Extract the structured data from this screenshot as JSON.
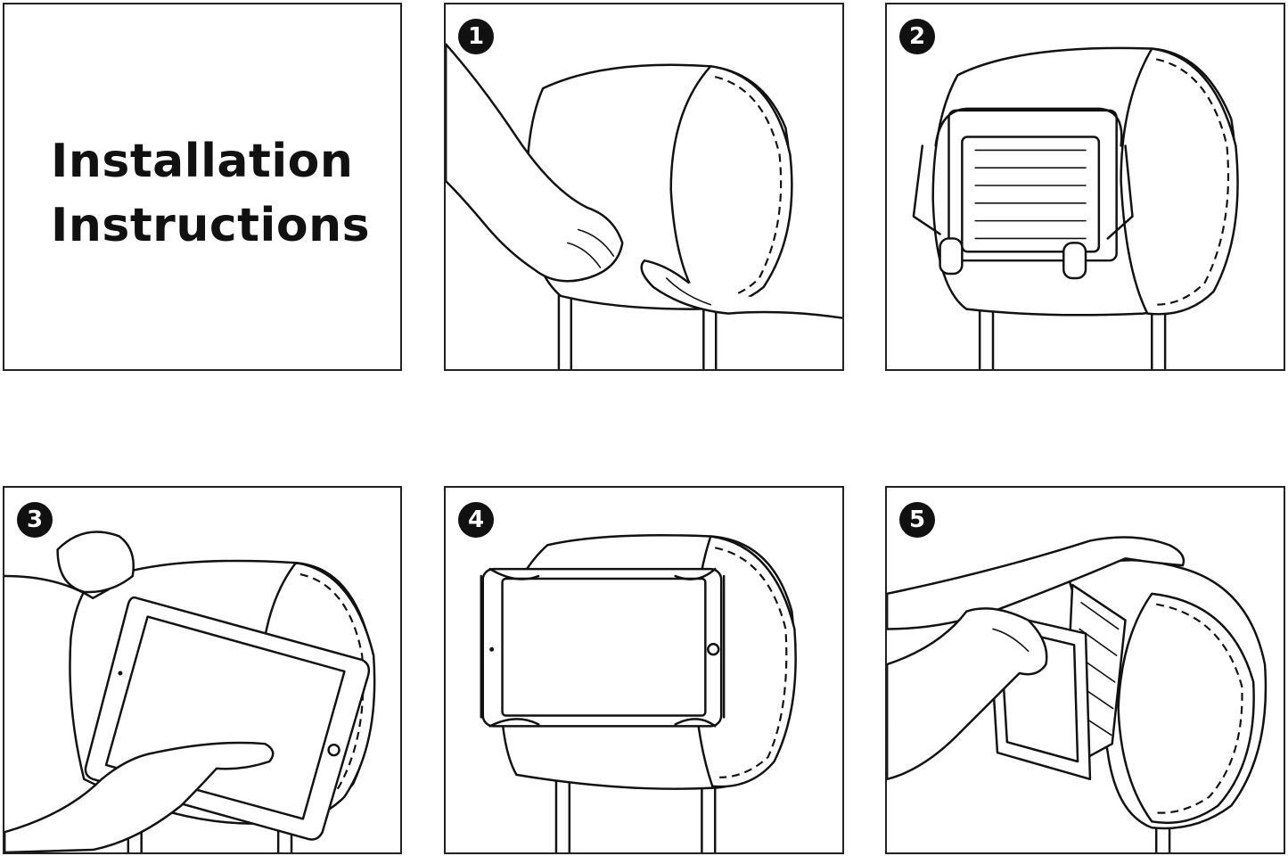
{
  "title": {
    "line1": "Installation",
    "line2": "Instructions"
  },
  "steps": [
    {
      "number": "1"
    },
    {
      "number": "2"
    },
    {
      "number": "3"
    },
    {
      "number": "4"
    },
    {
      "number": "5"
    }
  ]
}
